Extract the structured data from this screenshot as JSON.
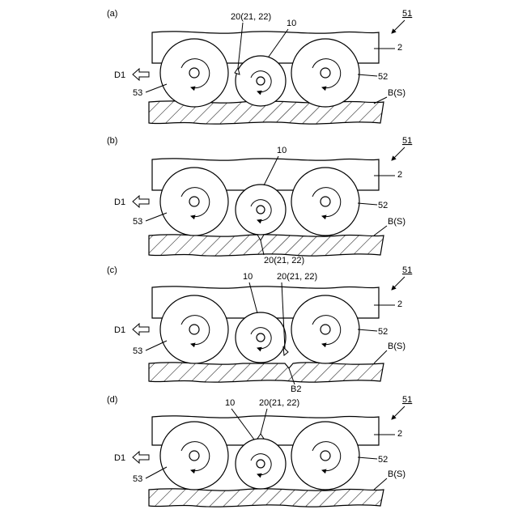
{
  "figure": {
    "panels": [
      {
        "label": "(a)",
        "ref_device": "51",
        "ref_body": "2",
        "ref_direction": "D1",
        "ref_left_roller": "53",
        "ref_right_roller": "52",
        "ref_surface": "B(S)",
        "ref_small_roller": "10",
        "ref_protrusion": "20(21, 22)"
      },
      {
        "label": "(b)",
        "ref_device": "51",
        "ref_body": "2",
        "ref_direction": "D1",
        "ref_left_roller": "53",
        "ref_right_roller": "52",
        "ref_surface": "B(S)",
        "ref_small_roller": "10",
        "ref_protrusion": "20(21, 22)"
      },
      {
        "label": "(c)",
        "ref_device": "51",
        "ref_body": "2",
        "ref_direction": "D1",
        "ref_left_roller": "53",
        "ref_right_roller": "52",
        "ref_surface": "B(S)",
        "ref_small_roller": "10",
        "ref_protrusion": "20(21, 22)",
        "ref_recess": "B2"
      },
      {
        "label": "(d)",
        "ref_device": "51",
        "ref_body": "2",
        "ref_direction": "D1",
        "ref_left_roller": "53",
        "ref_right_roller": "52",
        "ref_surface": "B(S)",
        "ref_small_roller": "10",
        "ref_protrusion": "20(21, 22)"
      }
    ]
  }
}
